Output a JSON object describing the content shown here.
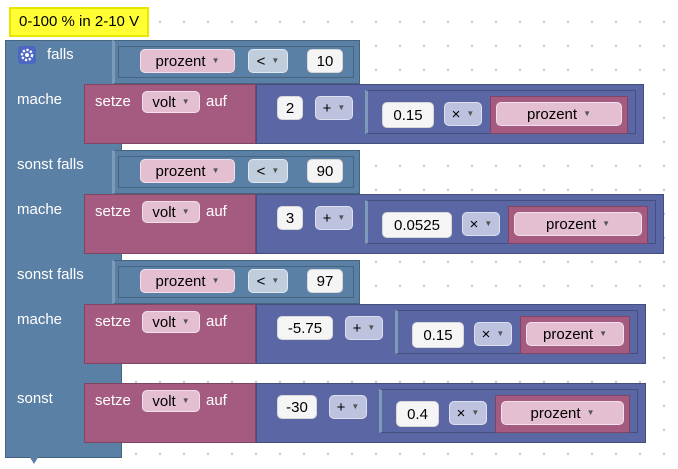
{
  "comment": "0-100 % in 2-10 V",
  "labels": {
    "if": "falls",
    "do": "mache",
    "elseif": "sonst falls",
    "else": "sonst",
    "set": "setze",
    "to": "auf"
  },
  "colors": {
    "logic": "#5b80a5",
    "variable": "#a55b80",
    "math": "#5b67a5",
    "comment_bg": "#ffff33"
  },
  "icons": {
    "mutator": "gear-icon",
    "dropdown": "caret-down-icon"
  },
  "conditions": [
    {
      "var": "prozent",
      "op": "<",
      "value": "10"
    },
    {
      "var": "prozent",
      "op": "<",
      "value": "90"
    },
    {
      "var": "prozent",
      "op": "<",
      "value": "97"
    }
  ],
  "assignments": [
    {
      "var": "volt",
      "offset": "2",
      "add_op": "+",
      "factor": "0.15",
      "mul_op": "×",
      "operand": "prozent"
    },
    {
      "var": "volt",
      "offset": "3",
      "add_op": "+",
      "factor": "0.0525",
      "mul_op": "×",
      "operand": "prozent"
    },
    {
      "var": "volt",
      "offset": "-5.75",
      "add_op": "+",
      "factor": "0.15",
      "mul_op": "×",
      "operand": "prozent"
    },
    {
      "var": "volt",
      "offset": "-30",
      "add_op": "+",
      "factor": "0.4",
      "mul_op": "×",
      "operand": "prozent"
    }
  ]
}
